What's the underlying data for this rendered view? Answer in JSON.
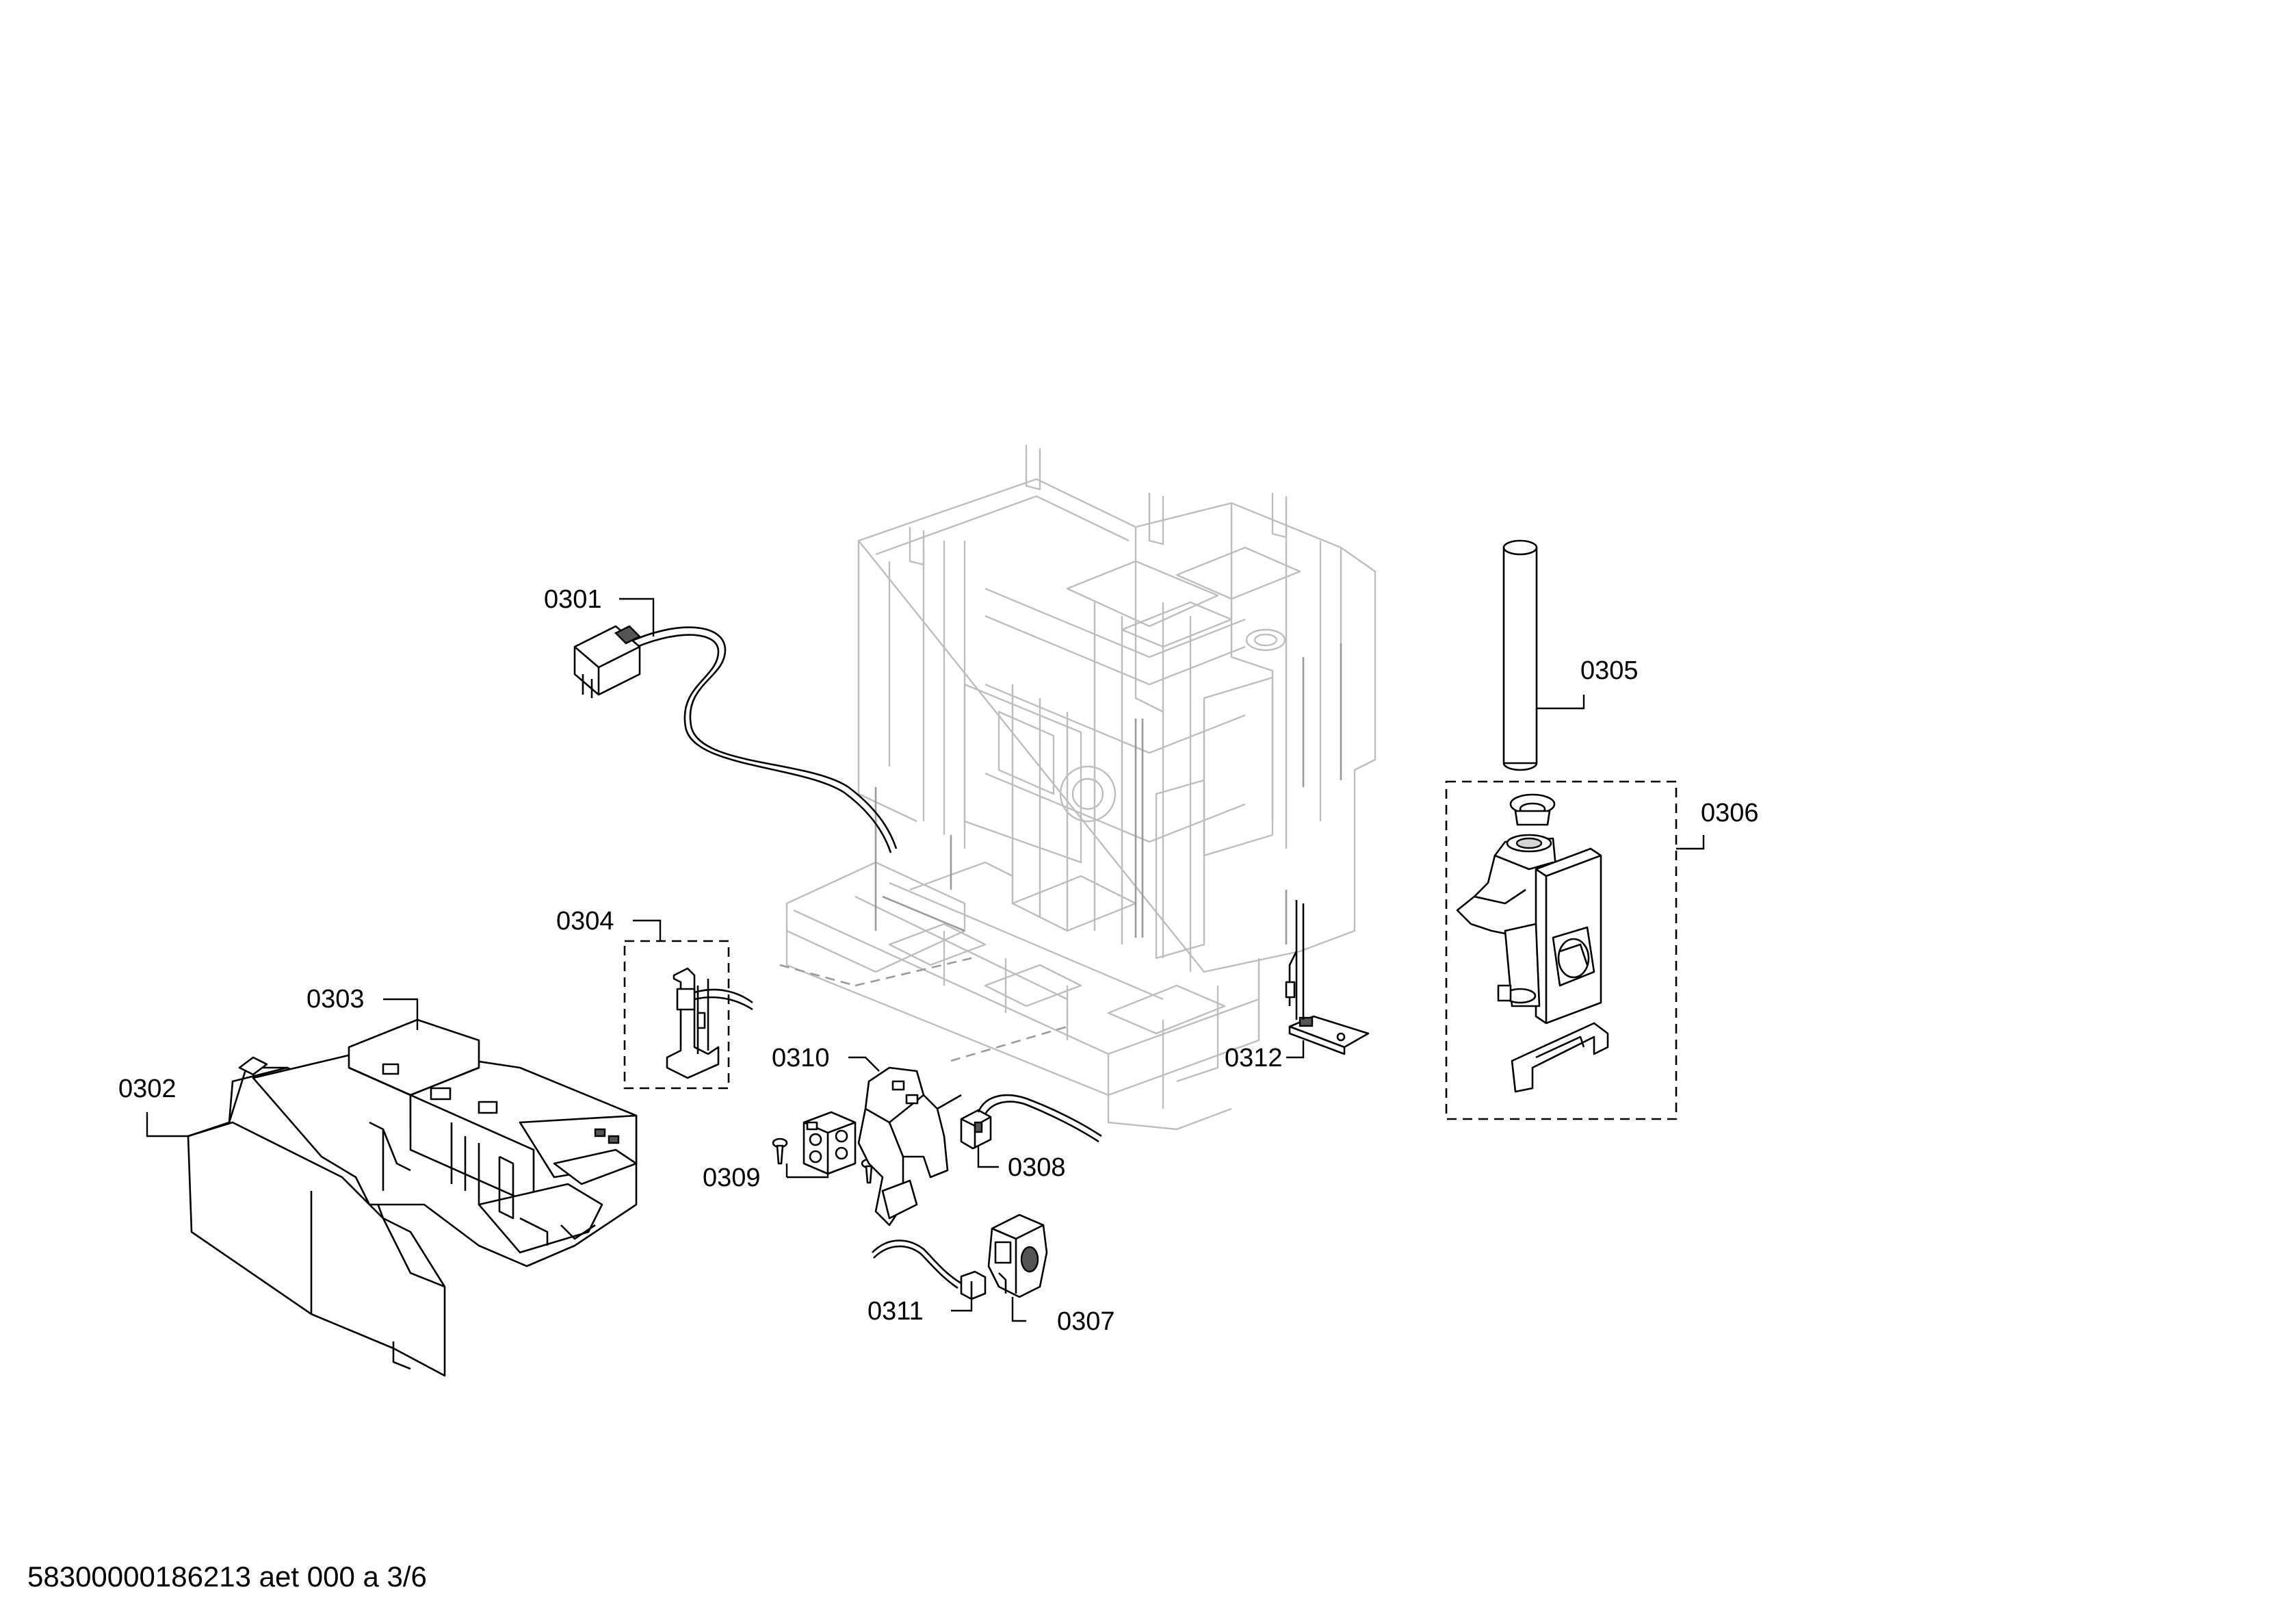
{
  "labels": {
    "p0301": "0301",
    "p0302": "0302",
    "p0303": "0303",
    "p0304": "0304",
    "p0305": "0305",
    "p0306": "0306",
    "p0307": "0307",
    "p0308": "0308",
    "p0309": "0309",
    "p0310": "0310",
    "p0311": "0311",
    "p0312": "0312"
  },
  "footer": "58300000186213 aet 000 a 3/6"
}
